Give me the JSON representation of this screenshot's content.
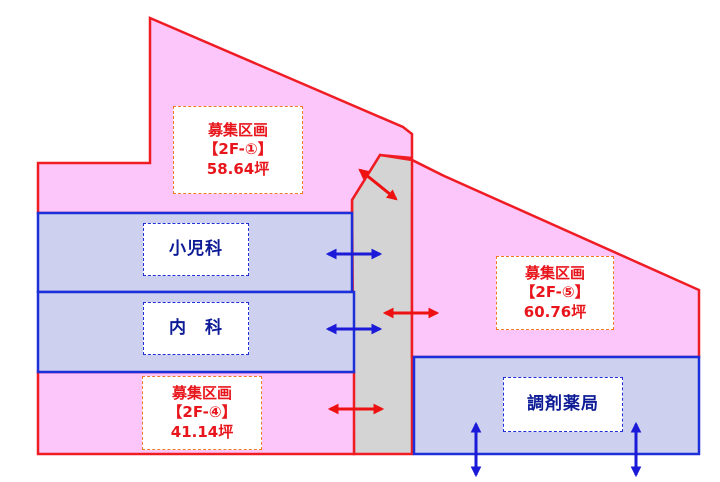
{
  "areas": {
    "area_1": {
      "title": "募集区画",
      "code": "【2F-①】",
      "size": "58.64坪"
    },
    "area_4": {
      "title": "募集区画",
      "code": "【2F-④】",
      "size": "41.14坪"
    },
    "area_5": {
      "title": "募集区画",
      "code": "【2F-⑤】",
      "size": "60.76坪"
    }
  },
  "tenants": {
    "pediatrics": "小児科",
    "internal_medicine": "内　科",
    "pharmacy": "調剤薬局"
  },
  "colors": {
    "recruit_fill": "#fcc6fa",
    "recruit_stroke": "#ef1c24",
    "tenant_fill": "#cdd0ee",
    "tenant_stroke": "#1d2fd8",
    "corridor_fill": "#d4d4d4",
    "arrow_red": "#ee1111",
    "arrow_blue": "#1a1ad8",
    "recruit_text": "#e8161c",
    "tenant_text": "#0d1c96"
  }
}
